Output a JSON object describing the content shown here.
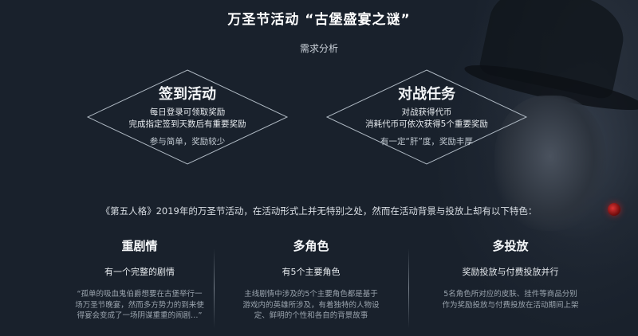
{
  "header": {
    "title": "万圣节活动 “古堡盛宴之谜”",
    "subtitle": "需求分析"
  },
  "cards": [
    {
      "heading": "签到活动",
      "lines": [
        "每日登录可领取奖励",
        "完成指定签到天数后有重要奖励"
      ],
      "note": "参与简单，奖励较少"
    },
    {
      "heading": "对战任务",
      "lines": [
        "对战获得代币",
        "消耗代币可依次获得5个重要奖励"
      ],
      "note": "有一定“肝”度，奖励丰厚"
    }
  ],
  "intro": "《第五人格》2019年的万圣节活动，在活动形式上并无特别之处，然而在活动背景与投放上却有以下特色：",
  "features": [
    {
      "heading": "重剧情",
      "sub": "有一个完整的剧情",
      "desc": [
        "“孤单的吸血鬼伯爵想要在古堡举行一",
        "场万圣节晚宴，然而多方势力的到来使",
        "得宴会变成了一场阴谋重重的闹剧…”"
      ]
    },
    {
      "heading": "多角色",
      "sub": "有5个主要角色",
      "desc": [
        "主线剧情中涉及的5个主要角色都是基于",
        "游戏内的英雄所涉及，有着独特的人物设",
        "定、鲜明的个性和各自的背景故事"
      ]
    },
    {
      "heading": "多投放",
      "sub": "奖励投放与付费投放并行",
      "desc": [
        "5名角色所对应的皮肤、挂件等商品分别",
        "作为奖励投放与付费投放在活动期间上架"
      ]
    }
  ],
  "colors": {
    "background": "#19212c",
    "diamond_stroke": "#aeb8c2"
  }
}
